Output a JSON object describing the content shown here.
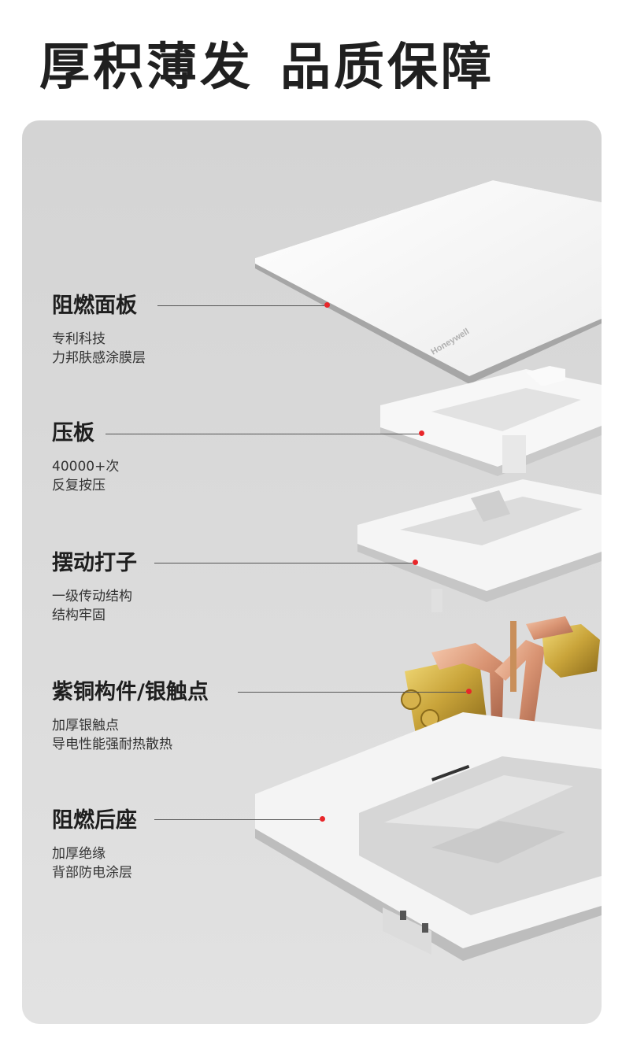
{
  "headline": {
    "part1": "厚积薄发",
    "part2": "品质保障"
  },
  "brand_mark": "Honeywell",
  "accent_color": "#e8262a",
  "components": [
    {
      "title": "阻燃面板",
      "lines": [
        "专利科技",
        "力邦肤感涂膜层"
      ]
    },
    {
      "title": "压板",
      "lines": [
        "40000+次",
        "反复按压"
      ]
    },
    {
      "title": "摆动打子",
      "lines": [
        "一级传动结构",
        "结构牢固"
      ]
    },
    {
      "title": "紫铜构件/银触点",
      "lines": [
        "加厚银触点",
        "导电性能强耐热散热"
      ]
    },
    {
      "title": "阻燃后座",
      "lines": [
        "加厚绝缘",
        "背部防电涂层"
      ]
    }
  ]
}
